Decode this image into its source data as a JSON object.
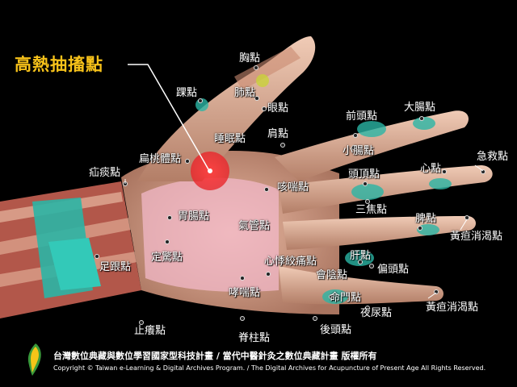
{
  "title": "高熱抽搐點",
  "labels": {
    "chest": "胸點",
    "ankle": "踝點",
    "lung": "肺點",
    "eye": "眼點",
    "sleep": "睡眠點",
    "shoulder": "肩點",
    "forehead": "前頭點",
    "large_intestine": "大腸點",
    "small_intestine": "小腸點",
    "first_aid": "急救點",
    "tonsil": "扁桃體點",
    "hernia": "疝痰點",
    "cough": "咳喘點",
    "vertex": "頭頂點",
    "heart": "心點",
    "stomach_intestine": "胃腸點",
    "trachea": "氣管點",
    "triple_burner": "三焦點",
    "spleen": "脾點",
    "jaundice_thirst_1": "黃疸消渴點",
    "calm": "定驚點",
    "foot_heel": "足跟點",
    "palpitation": "心悸絞痛點",
    "liver": "肝點",
    "migraine": "偏頭點",
    "perineum": "會陰點",
    "asthma": "哮喘點",
    "life_gate": "命門點",
    "jaundice_thirst_2": "黃疸消渴點",
    "enuresis": "夜尿點",
    "stop_itch": "止癢點",
    "spine": "脊柱點",
    "occiput": "後頭點"
  },
  "footer": {
    "line1": "台灣數位典藏與數位學習國家型科技計畫 / 當代中醫針灸之數位典藏計畫 版權所有",
    "line2": "Copyright © Taiwan e-Learning & Digital Archives Program. / The Digital Archives for Acupuncture of Present Age All Rights Reserved."
  },
  "colors": {
    "title": "#f7c21a",
    "highlight": "#e8262b",
    "label": "#ffffff",
    "tendon": "#2bb5a5"
  }
}
